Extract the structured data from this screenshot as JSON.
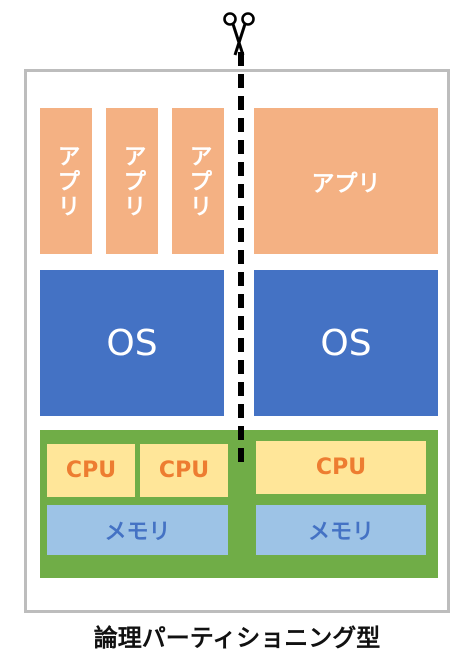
{
  "diagram": {
    "left_partition": {
      "apps": [
        "アプリ",
        "アプリ",
        "アプリ"
      ],
      "os": "OS",
      "cpus": [
        "CPU",
        "CPU"
      ],
      "memory": "メモリ"
    },
    "right_partition": {
      "app": "アプリ",
      "os": "OS",
      "cpu": "CPU",
      "memory": "メモリ"
    },
    "caption": "論理パーティショニング型"
  },
  "colors": {
    "app": "#f4b183",
    "os": "#4472c4",
    "hardware": "#70ad47",
    "cpu": "#ffe699",
    "cpu_text": "#ed7d31",
    "memory": "#9dc3e6",
    "memory_text": "#4472c4"
  },
  "icons": [
    "scissors-icon"
  ]
}
